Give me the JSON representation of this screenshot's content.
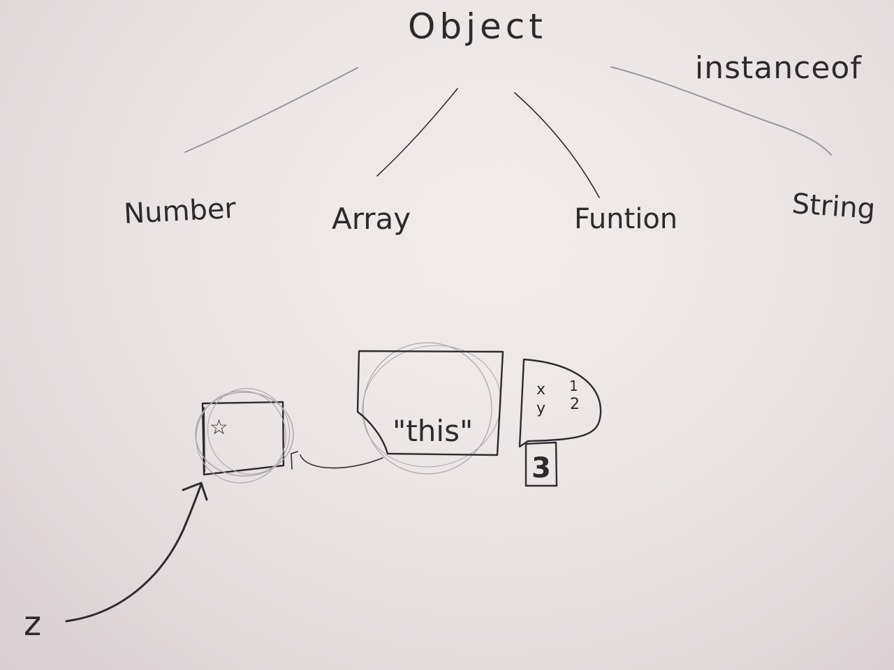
{
  "diagram": {
    "root": {
      "label": "Object"
    },
    "relation_label": "instanceof",
    "children": [
      {
        "label": "Number"
      },
      {
        "label": "Array"
      },
      {
        "label": "Funtion"
      },
      {
        "label": "String"
      }
    ],
    "memory": {
      "marker_glyph": "☆",
      "string_label": "\"this\"",
      "coord_x": "x",
      "coord_y": "y",
      "value_one": "1",
      "value_two": "2",
      "number_box": "3",
      "pointer_label": "z"
    }
  }
}
